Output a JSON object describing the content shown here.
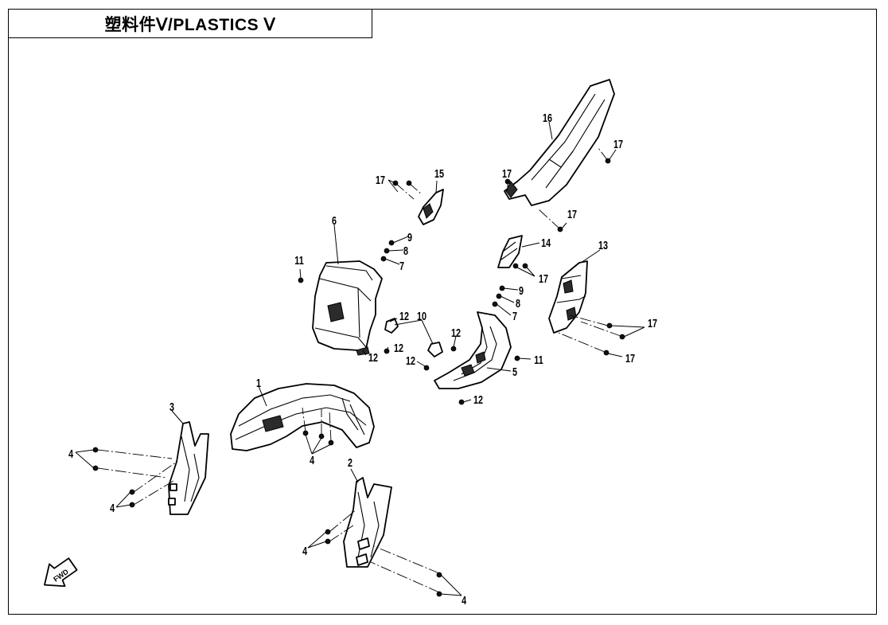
{
  "title": "塑料件Ⅴ/PLASTICS Ⅴ",
  "callouts": {
    "c1": "1",
    "c2": "2",
    "c3": "3",
    "c4a": "4",
    "c4b": "4",
    "c4c": "4",
    "c4d": "4",
    "c4e": "4",
    "c5": "5",
    "c6": "6",
    "c7a": "7",
    "c7b": "7",
    "c8a": "8",
    "c8b": "8",
    "c9a": "9",
    "c9b": "9",
    "c10": "10",
    "c11a": "11",
    "c11b": "11",
    "c12a": "12",
    "c12b": "12",
    "c12c": "12",
    "c12d": "12",
    "c12e": "12",
    "c12f": "12",
    "c13": "13",
    "c14": "14",
    "c15": "15",
    "c16": "16",
    "c17a": "17",
    "c17b": "17",
    "c17c": "17",
    "c17d": "17",
    "c17e": "17",
    "c17f": "17",
    "c17g": "17"
  },
  "fwd_symbol": "FWD",
  "colors": {
    "line": "#000000",
    "background": "#ffffff"
  }
}
